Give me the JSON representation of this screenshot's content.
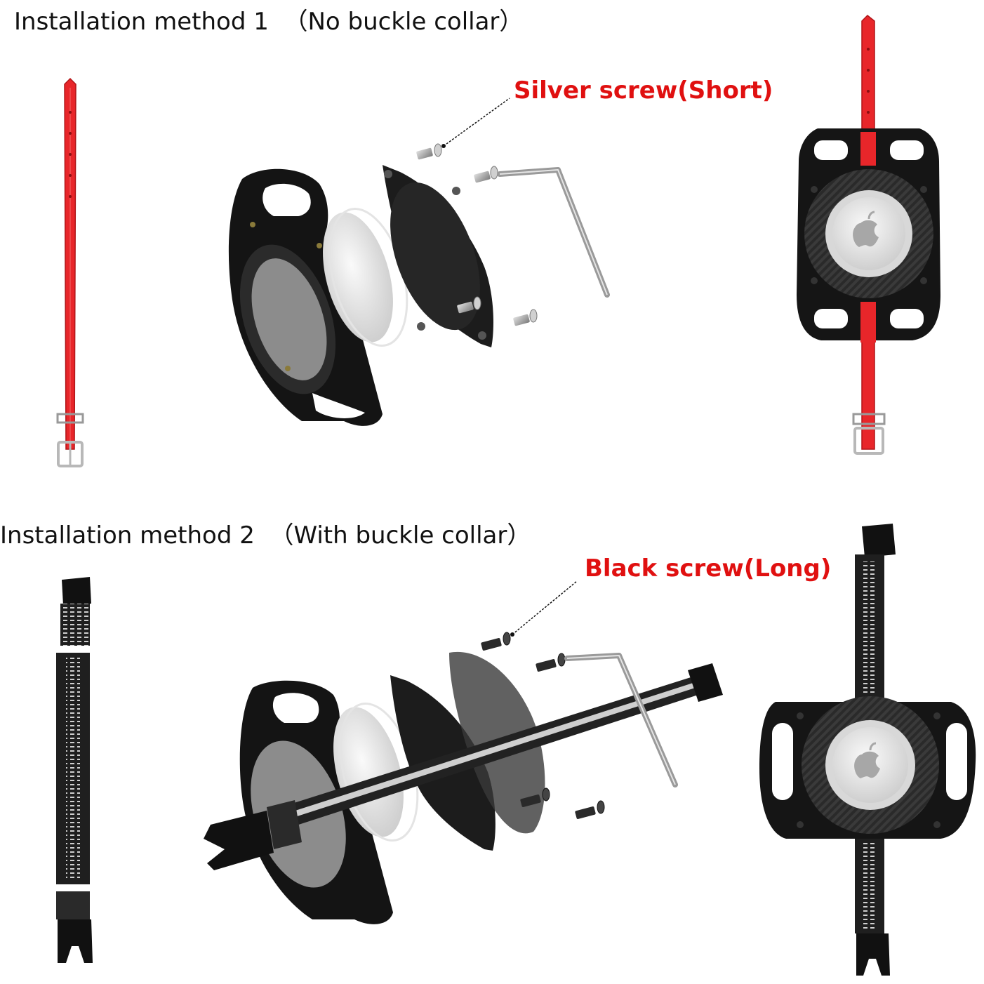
{
  "method1": {
    "title": "Installation method 1  （No buckle collar）",
    "callout": "Silver screw(Short)"
  },
  "method2": {
    "title": "Installation method 2  （With buckle collar）",
    "callout": "Black screw(Long)"
  },
  "colors": {
    "callout_text": "#e01010",
    "red_strap": "#e8262a",
    "case_black": "#1a1a1a",
    "collar_black": "#222222",
    "reflective_stripe": "#bdbdbd",
    "airtag_white": "#eeeeee",
    "metal": "#a8a8a8"
  },
  "icons": [
    "red-collar-icon",
    "exploded-case-icon",
    "silver-screw-icon",
    "hex-key-icon",
    "assembled-case-red-icon",
    "buckle-collar-icon",
    "black-screw-icon",
    "assembled-case-buckle-icon"
  ]
}
